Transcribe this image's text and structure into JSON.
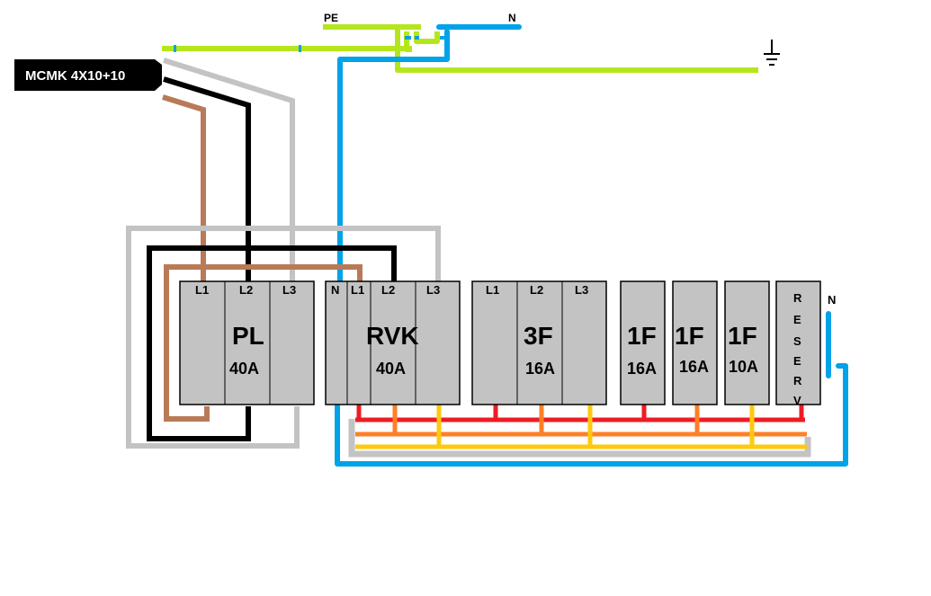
{
  "cable_label": "MCMK 4X10+10",
  "top_labels": {
    "pe": "PE",
    "n": "N"
  },
  "right_n_label": "N",
  "colors": {
    "pe": "#b5e61d",
    "neutral": "#00a2e8",
    "l1_brown": "#b97a57",
    "l2_black": "#000000",
    "l3_grey": "#c3c3c3",
    "bus_red": "#ed1c24",
    "bus_orange": "#ff7f27",
    "bus_yellow": "#ffc90e",
    "module_fill": "#c3c3c3"
  },
  "modules": [
    {
      "name": "PL",
      "rating": "40A",
      "terminals": [
        "L1",
        "L2",
        "L3"
      ]
    },
    {
      "name": "RVK",
      "rating": "40A",
      "terminals": [
        "N",
        "L1",
        "L2",
        "L3"
      ]
    },
    {
      "name": "3F",
      "rating": "16A",
      "terminals": [
        "L1",
        "L2",
        "L3"
      ]
    },
    {
      "name": "1F",
      "rating": "16A",
      "terminals": []
    },
    {
      "name": "1F",
      "rating": "16A",
      "terminals": []
    },
    {
      "name": "1F",
      "rating": "10A",
      "terminals": []
    },
    {
      "name": "RESERV",
      "rating": "",
      "terminals": [],
      "vertical_letters": [
        "R",
        "E",
        "S",
        "E",
        "R",
        "V"
      ]
    }
  ],
  "ground_symbol": "earth-ground-icon"
}
